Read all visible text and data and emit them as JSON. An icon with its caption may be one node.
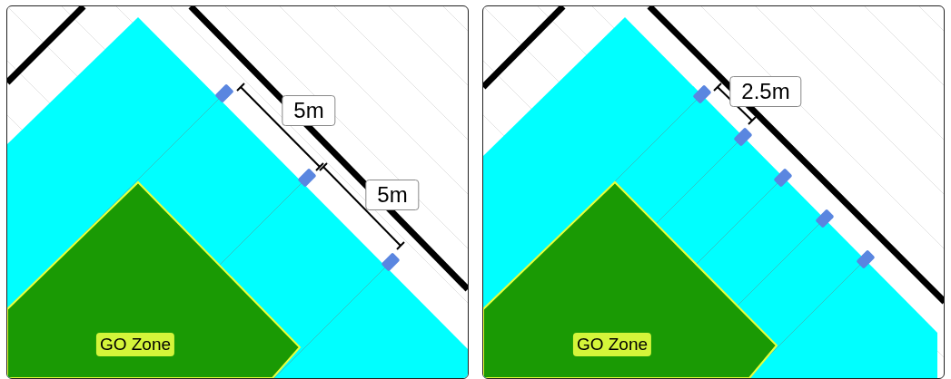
{
  "diagram": {
    "labels": [
      "5m",
      "5m",
      "GO Zone",
      "2.5m",
      "GO Zone"
    ]
  }
}
